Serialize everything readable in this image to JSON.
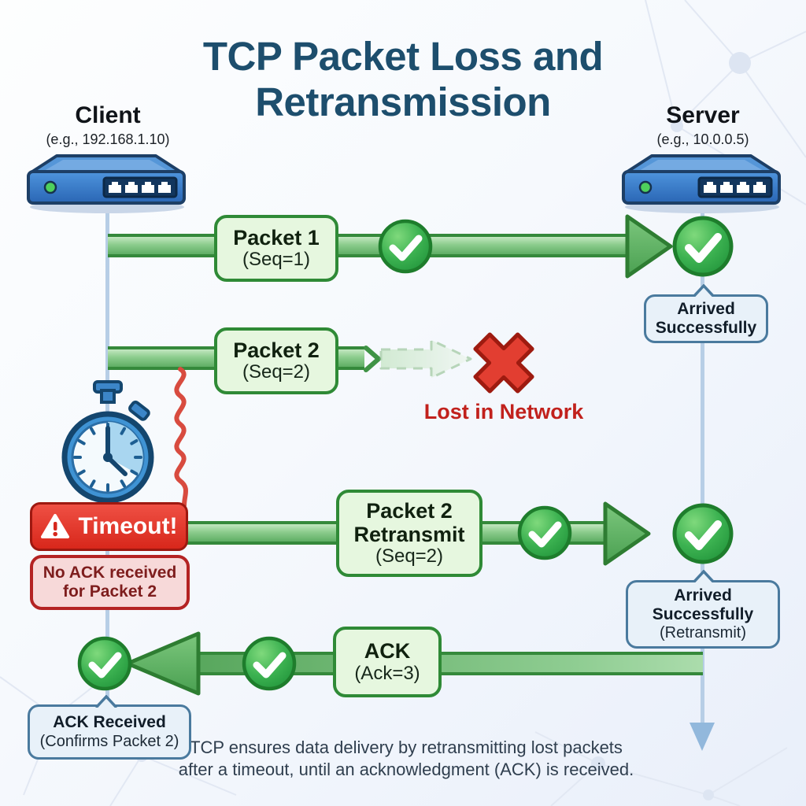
{
  "title": {
    "line1": "TCP Packet Loss and",
    "line2": "Retransmission"
  },
  "nodes": {
    "client": {
      "name": "Client",
      "address": "(e.g., 192.168.1.10)"
    },
    "server": {
      "name": "Server",
      "address": "(e.g., 10.0.0.5)"
    }
  },
  "events": {
    "packet1": {
      "title": "Packet 1",
      "subtitle": "(Seq=1)"
    },
    "packet1_status": {
      "line1": "Arrived",
      "line2": "Successfully"
    },
    "packet2": {
      "title": "Packet 2",
      "subtitle": "(Seq=2)"
    },
    "packet2_lost": "Lost in Network",
    "timeout": "Timeout!",
    "no_ack": {
      "line1": "No ACK received",
      "line2": "for Packet 2"
    },
    "retransmit": {
      "title": "Packet 2",
      "title2": "Retransmit",
      "subtitle": "(Seq=2)"
    },
    "retransmit_status": {
      "line1": "Arrived",
      "line2": "Successfully",
      "line3": "(Retransmit)"
    },
    "ack": {
      "title": "ACK",
      "subtitle": "(Ack=3)"
    },
    "ack_status": {
      "line1": "ACK Received",
      "line2": "(Confirms Packet 2)"
    }
  },
  "caption": {
    "line1": "TCP ensures data delivery by retransmitting lost packets",
    "line2": "after a timeout, until an acknowledgment (ACK) is received."
  },
  "colors": {
    "title": "#1d4e6d",
    "green_border": "#2f8a36",
    "green_box_fill": "#e6f7df",
    "green_check": "#2ea344",
    "red_accent": "#d6271c",
    "red_box_fill": "#f7d9d9",
    "blue_bubble_border": "#4a7a9e",
    "blue_bubble_fill": "#e8f1f9",
    "lifeline": "#b7cee6",
    "device_blue": "#3b7fd0"
  }
}
